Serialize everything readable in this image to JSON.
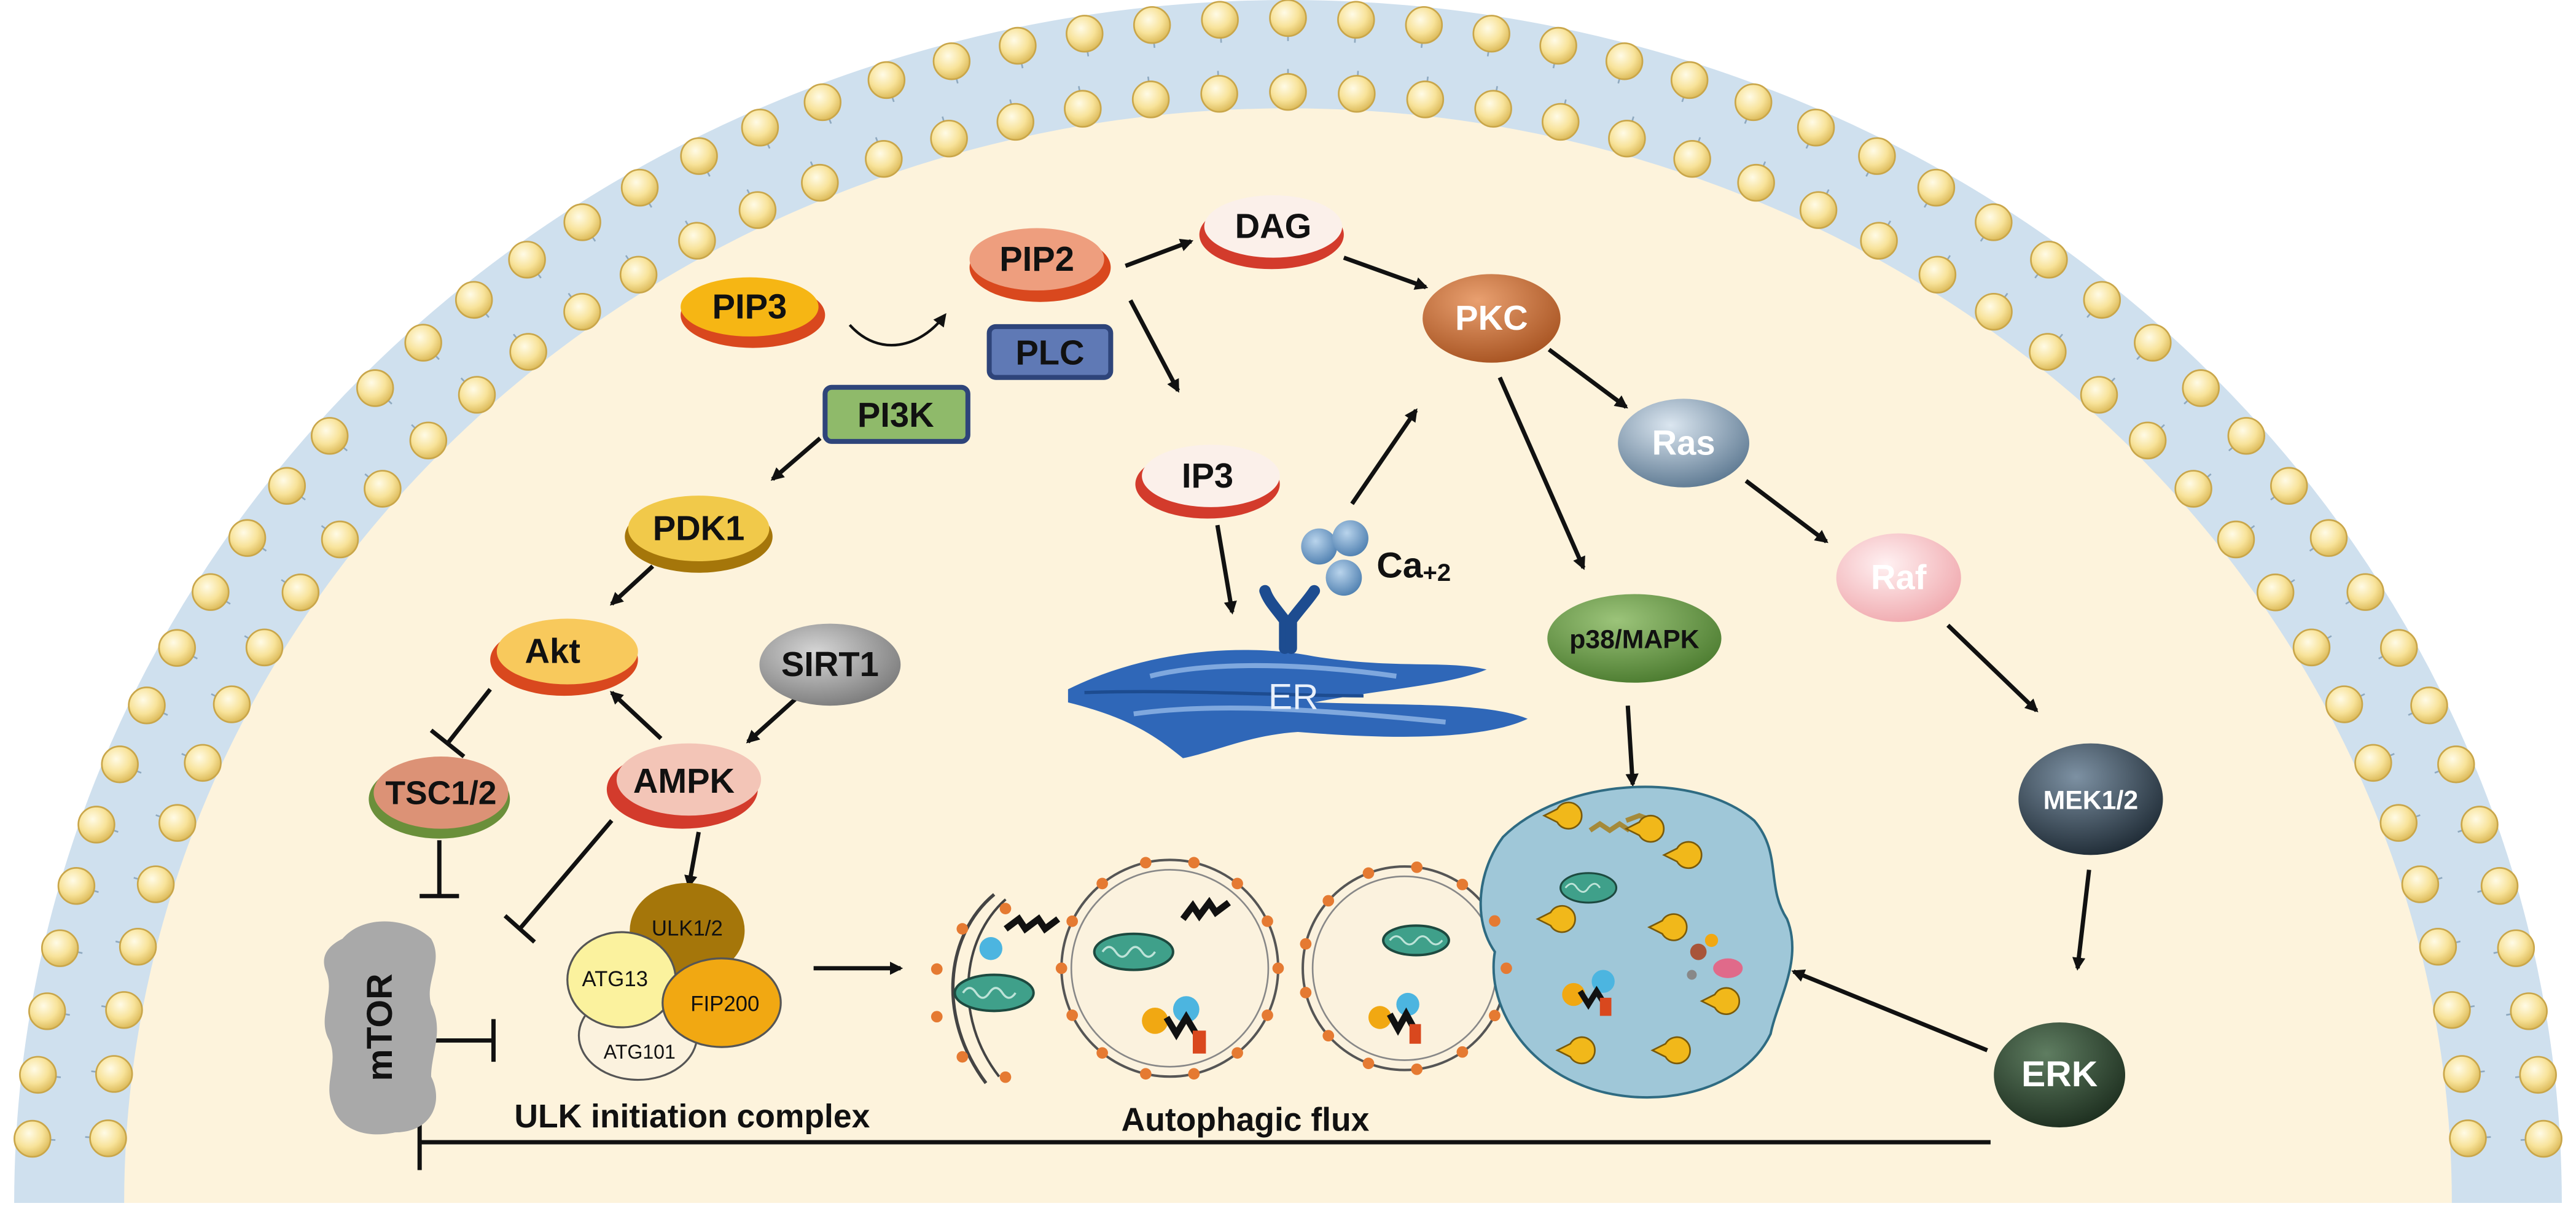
{
  "nodes": {
    "pip3": "PIP3",
    "pip2": "PIP2",
    "plc": "PLC",
    "dag": "DAG",
    "pi3k": "PI3K",
    "pkc": "PKC",
    "ip3": "IP3",
    "ras": "Ras",
    "pdk1": "PDK1",
    "ca": "Ca",
    "ca_sup": "+2",
    "akt": "Akt",
    "sirt1": "SIRT1",
    "p38": "p38/MAPK",
    "raf": "Raf",
    "er": "ER",
    "tsc": "TSC1/2",
    "ampk": "AMPK",
    "mek": "MEK1/2",
    "mtor": "mTOR",
    "erk": "ERK"
  },
  "complex": {
    "ulk12": "ULK1/2",
    "atg13": "ATG13",
    "fip200": "FIP200",
    "atg101": "ATG101",
    "label": "ULK initiation complex"
  },
  "flux_label": "Autophagic flux",
  "colors": {
    "membrane_head": "#f7dc8c",
    "membrane_band": "#cfe0ee",
    "cytoplasm": "#fdf3dc",
    "pip3": "#f6b614",
    "pip2": "#ee9e7e",
    "dag": "#fbf0ea",
    "pkc": "#c86e36",
    "plc": "#5f79b5",
    "pi3k": "#8fba6a",
    "ip3": "#fbf0ea",
    "ras": "#7f9db9",
    "pdk1": "#f1c94a",
    "akt": "#f8c95c",
    "sirt1": "#9c9c9c",
    "p38": "#6c9a47",
    "raf": "#f6c6c9",
    "er": "#2f67b8",
    "tsc": "#dc9276",
    "ampk": "#f3c5b7",
    "mek": "#3b4c5c",
    "mtor": "#a9a9a9",
    "erk": "#2f4a32",
    "lysosome": "#9fc7d8"
  }
}
